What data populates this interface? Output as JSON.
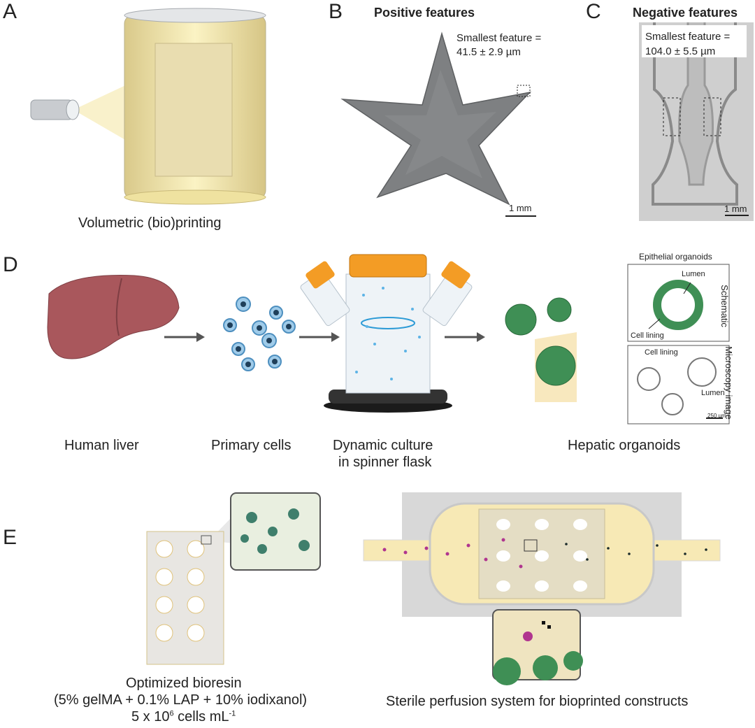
{
  "panels": {
    "a": {
      "letter": "A",
      "caption": "Volumetric (bio)printing"
    },
    "b": {
      "letter": "B",
      "title": "Positive features",
      "note_line1": "Smallest feature =",
      "note_line2": "41.5 ± 2.9 µm",
      "scale": "1 mm"
    },
    "c": {
      "letter": "C",
      "title": "Negative features",
      "note_line1": "Smallest feature =",
      "note_line2": "104.0 ± 5.5 µm",
      "scale": "1 mm"
    },
    "d": {
      "letter": "D",
      "captions": {
        "liver": "Human liver",
        "cells": "Primary cells",
        "flask_line1": "Dynamic culture",
        "flask_line2": "in spinner flask",
        "organoids": "Hepatic organoids"
      },
      "inset": {
        "title": "Epithelial organoids",
        "side_top": "Schematic",
        "side_bottom": "Microscopy image",
        "lumen": "Lumen",
        "cell_lining": "Cell lining",
        "scale": "250 µm"
      }
    },
    "e": {
      "letter": "E",
      "bioresin_line1": "Optimized bioresin",
      "bioresin_line2": "(5% gelMA + 0.1% LAP + 10% iodixanol)",
      "bioresin_line3_pre": "5 x 10",
      "bioresin_line3_sup": "6",
      "bioresin_line3_mid": " cells mL",
      "bioresin_line3_sup2": "-1",
      "perfusion_caption": "Sterile perfusion system for bioprinted constructs"
    }
  },
  "colors": {
    "resin": "#f5e7a8",
    "liver": "#a9575c",
    "organoid": "#3f8f55",
    "flask_cap": "#f39c25",
    "magenta": "#b0358f",
    "text": "#222222"
  }
}
